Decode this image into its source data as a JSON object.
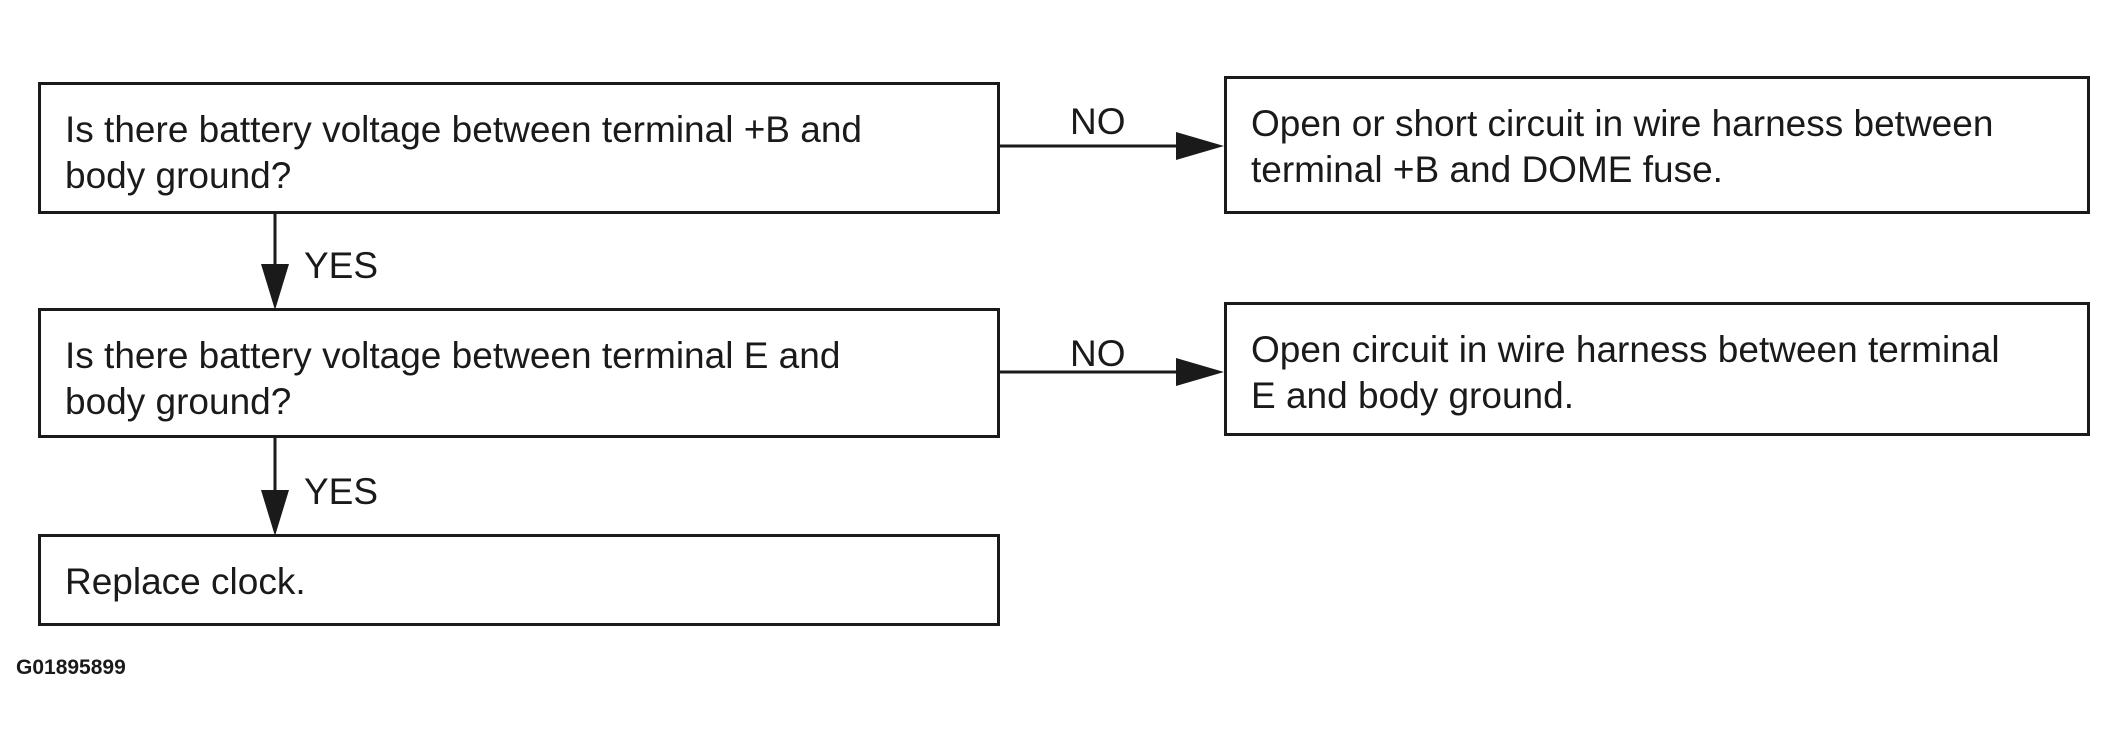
{
  "flowchart": {
    "question_1": "Is there battery voltage between terminal +B and\nbody ground?",
    "result_1_no": "Open or short circuit in wire harness between\nterminal +B and DOME fuse.",
    "question_2": "Is there battery voltage between terminal E and\nbody ground?",
    "result_2_no": "Open circuit in wire harness between terminal\nE and body ground.",
    "final_action": "Replace clock.",
    "no_label": "NO",
    "yes_label": "YES"
  },
  "figure_id": "G01895899"
}
